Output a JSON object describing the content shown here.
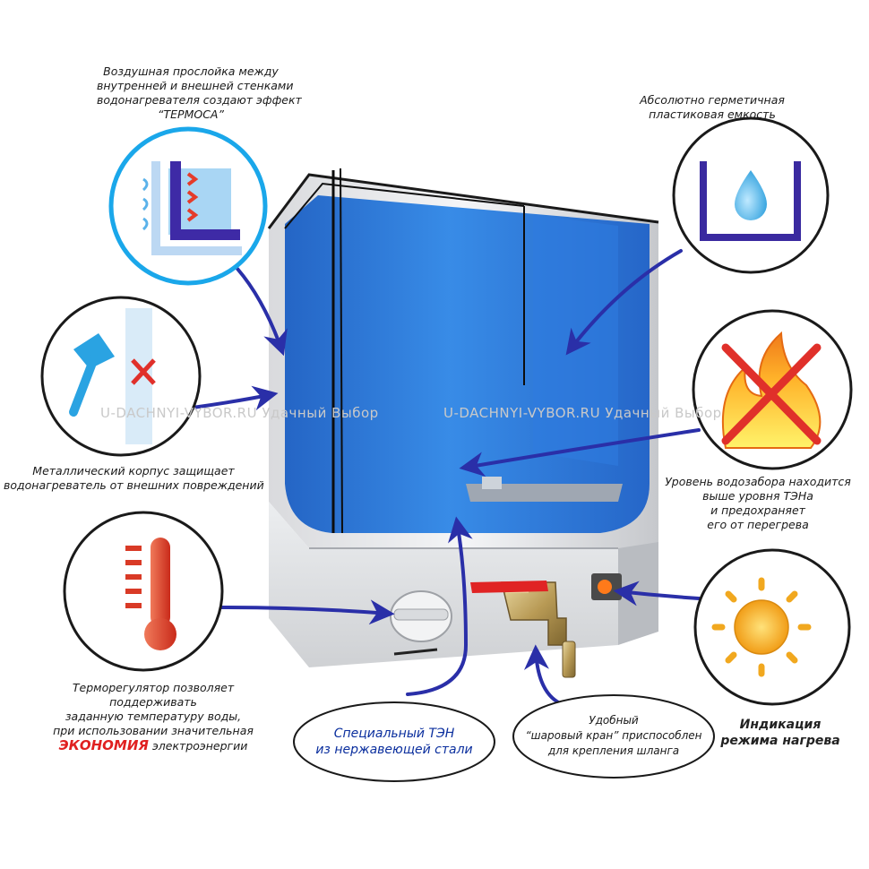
{
  "colors": {
    "water_blue": "#1f6fd8",
    "arrow_blue": "#2a2fa8",
    "circle_border": "#1a1a1a",
    "highlight_circle": "#1aa7ea",
    "economy_red": "#e02020"
  },
  "watermark": {
    "left": "U-DACHNYI-VYBOR.RU Удачный Выбор",
    "right": "U-DACHNYI-VYBOR.RU Удачный Выбор"
  },
  "callouts": {
    "air_layer": {
      "icon": "thermos-wall-icon",
      "lines": [
        "Воздушная прослойка между",
        "внутренней и внешней стенками",
        "водонагревателя создают эффект",
        "“ТЕРМОСА”"
      ]
    },
    "hermetic": {
      "icon": "water-drop-container-icon",
      "lines": [
        "Абсолютно герметичная",
        "пластиковая емкость"
      ]
    },
    "metal_case": {
      "icon": "hammer-icon",
      "lines": [
        "Металлический корпус защищает",
        "водонагреватель от внешних повреждений"
      ]
    },
    "water_level": {
      "icon": "no-fire-icon",
      "lines": [
        "Уровень водозабора находится",
        "выше уровня ТЭНа",
        "и предохраняет",
        "его от перегрева"
      ]
    },
    "thermostat": {
      "icon": "thermometer-icon",
      "lines": [
        "Терморегулятор позволяет",
        "поддерживать",
        "заданную температуру воды,",
        "при использовании значительная"
      ],
      "highlight": "ЭКОНОМИЯ",
      "tail": " электроэнергии"
    },
    "indicator": {
      "icon": "sun-icon",
      "lines": [
        "Индикация",
        "режима нагрева"
      ]
    },
    "heater": {
      "lines": [
        "Специальный ТЭН",
        "из нержавеющей стали"
      ]
    },
    "ball_valve": {
      "lines": [
        "Удобный",
        "“шаровый кран” приспособлен",
        "для крепления шланга"
      ]
    }
  }
}
